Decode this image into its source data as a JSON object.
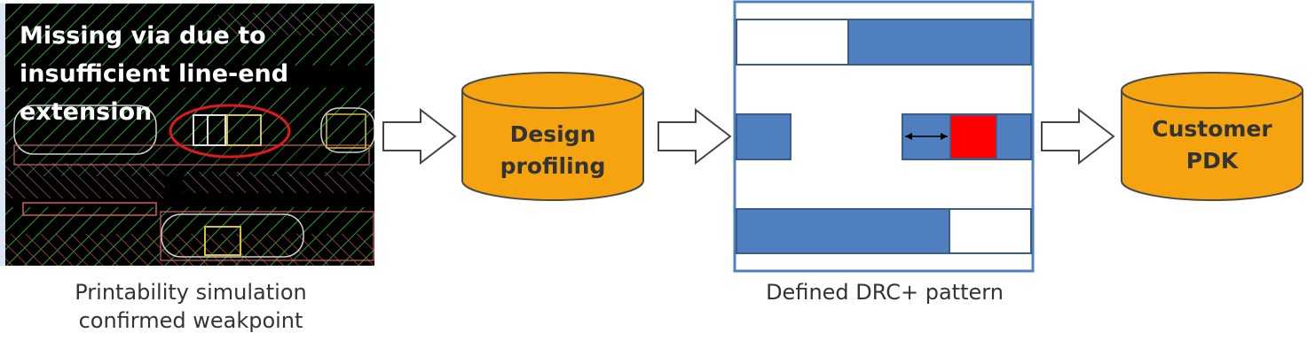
{
  "weakpoint_panel": {
    "overlay_lines": [
      "Missing via due to",
      "insufficient line-end",
      "extension"
    ],
    "caption_lines": [
      "Printability simulation",
      "confirmed weakpoint"
    ]
  },
  "design_profiling": {
    "lines": [
      "Design",
      "profiling"
    ],
    "color": "#F5A30F"
  },
  "drc_pattern": {
    "caption": "Defined DRC+ pattern",
    "shape_color": "#4F7FBE",
    "violation_color": "#FF0000"
  },
  "customer_pdk": {
    "lines": [
      "Customer",
      "PDK"
    ],
    "color": "#F5A30F"
  }
}
